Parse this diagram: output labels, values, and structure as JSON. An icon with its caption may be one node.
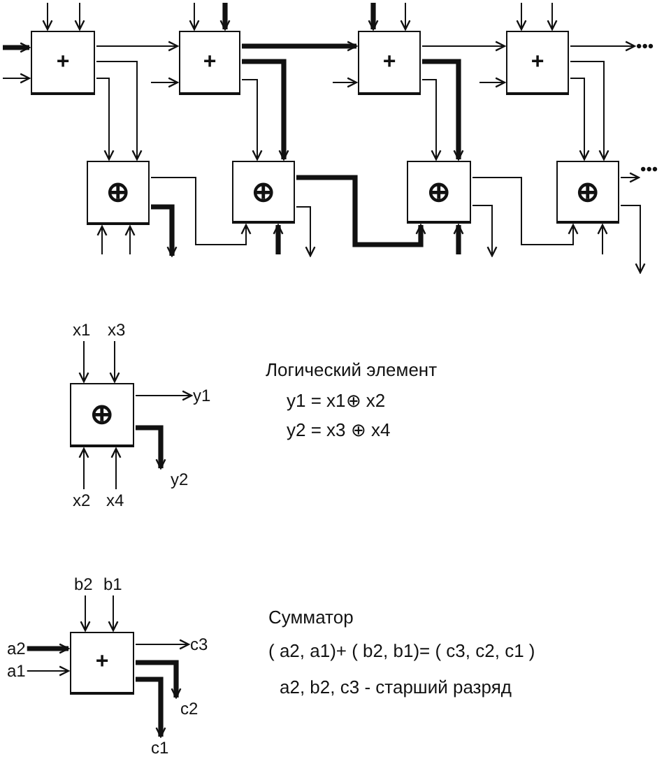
{
  "diagram": {
    "nodes": [
      {
        "text": [
          "+"
        ]
      },
      {
        "text": [
          "+"
        ]
      },
      {
        "text": [
          "+"
        ]
      },
      {
        "text": [
          "+"
        ]
      },
      {
        "text": [
          "⊕"
        ]
      },
      {
        "text": [
          "⊕"
        ]
      },
      {
        "text": [
          "⊕"
        ]
      },
      {
        "text": [
          "⊕"
        ]
      },
      {
        "text": [
          "x1"
        ]
      },
      {
        "text": [
          "x3"
        ]
      },
      {
        "text": [
          "⊕"
        ]
      },
      {
        "text": [
          "y1"
        ]
      },
      {
        "text": [
          "x2"
        ]
      },
      {
        "text": [
          "x4"
        ]
      },
      {
        "text": [
          "y2"
        ]
      },
      {
        "text": [
          "b2"
        ]
      },
      {
        "text": [
          "b1"
        ]
      },
      {
        "text": [
          "a2"
        ]
      },
      {
        "text": [
          "a1"
        ]
      },
      {
        "text": [
          "+"
        ]
      },
      {
        "text": [
          "c3"
        ]
      },
      {
        "text": [
          "c2"
        ]
      },
      {
        "text": [
          "c1"
        ]
      },
      {
        "text": [
          "•••"
        ]
      },
      {
        "text": [
          "•••"
        ]
      }
    ],
    "edges": [
      {
        "from": null,
        "to": 0,
        "arrow": "to"
      },
      {
        "from": null,
        "to": 0,
        "arrow": "to"
      },
      {
        "from": null,
        "to": 0,
        "arrow": "to",
        "style": "thick"
      },
      {
        "from": null,
        "to": 0,
        "arrow": "to"
      },
      {
        "from": 0,
        "to": 1,
        "arrow": "to"
      },
      {
        "from": 0,
        "to": 4,
        "arrow": "to"
      },
      {
        "from": 0,
        "to": 4,
        "arrow": "to"
      },
      {
        "from": null,
        "to": 1,
        "arrow": "to"
      },
      {
        "from": null,
        "to": 1,
        "arrow": "to",
        "style": "thick"
      },
      {
        "from": null,
        "to": 1,
        "arrow": "to"
      },
      {
        "from": 1,
        "to": 2,
        "arrow": "to",
        "style": "thick"
      },
      {
        "from": 1,
        "to": 5,
        "arrow": "to",
        "style": "thick"
      },
      {
        "from": 1,
        "to": 5,
        "arrow": "to"
      },
      {
        "from": null,
        "to": 2,
        "arrow": "to",
        "style": "thick"
      },
      {
        "from": null,
        "to": 2,
        "arrow": "to"
      },
      {
        "from": null,
        "to": 2,
        "arrow": "to"
      },
      {
        "from": 2,
        "to": 3,
        "arrow": "to"
      },
      {
        "from": 2,
        "to": 6,
        "arrow": "to",
        "style": "thick"
      },
      {
        "from": 2,
        "to": 6,
        "arrow": "to"
      },
      {
        "from": null,
        "to": 3,
        "arrow": "to"
      },
      {
        "from": null,
        "to": 3,
        "arrow": "to"
      },
      {
        "from": null,
        "to": 3,
        "arrow": "to"
      },
      {
        "from": 3,
        "to": 23,
        "arrow": "to"
      },
      {
        "from": 3,
        "to": 7,
        "arrow": "to"
      },
      {
        "from": 3,
        "to": 7,
        "arrow": "to"
      },
      {
        "from": null,
        "to": 4,
        "arrow": "to"
      },
      {
        "from": null,
        "to": 4,
        "arrow": "to"
      },
      {
        "from": 4,
        "to": 5,
        "arrow": "to"
      },
      {
        "from": 4,
        "to": null,
        "arrow": "to",
        "style": "thick"
      },
      {
        "from": null,
        "to": 5,
        "arrow": "to",
        "style": "thick"
      },
      {
        "from": 5,
        "to": 6,
        "arrow": "to",
        "style": "thick"
      },
      {
        "from": 5,
        "to": null,
        "arrow": "to"
      },
      {
        "from": null,
        "to": 6,
        "arrow": "to",
        "style": "thick"
      },
      {
        "from": 6,
        "to": 7,
        "arrow": "to"
      },
      {
        "from": 6,
        "to": null,
        "arrow": "to"
      },
      {
        "from": null,
        "to": 7,
        "arrow": "to"
      },
      {
        "from": 7,
        "to": 24,
        "arrow": "to"
      },
      {
        "from": 7,
        "to": null,
        "arrow": "to"
      },
      {
        "from": 8,
        "to": 10,
        "arrow": "to"
      },
      {
        "from": 9,
        "to": 10,
        "arrow": "to"
      },
      {
        "from": 12,
        "to": 10,
        "arrow": "to"
      },
      {
        "from": 13,
        "to": 10,
        "arrow": "to"
      },
      {
        "from": 10,
        "to": 11,
        "arrow": "to"
      },
      {
        "from": 10,
        "to": 14,
        "arrow": "to",
        "style": "thick"
      },
      {
        "from": 15,
        "to": 19,
        "arrow": "to"
      },
      {
        "from": 16,
        "to": 19,
        "arrow": "to"
      },
      {
        "from": 17,
        "to": 19,
        "arrow": "to",
        "style": "thick"
      },
      {
        "from": 18,
        "to": 19,
        "arrow": "to"
      },
      {
        "from": 19,
        "to": 20,
        "arrow": "to"
      },
      {
        "from": 19,
        "to": 21,
        "arrow": "to",
        "style": "thick"
      },
      {
        "from": 19,
        "to": 22,
        "arrow": "to",
        "style": "thick"
      }
    ],
    "labels": [
      "Логический элемент",
      "y1 = x1⊕ x2",
      "y2 = x3 ⊕ x4",
      "Сумматор",
      "( a2, a1)+ ( b2, b1)= ( c3, c2, c1 )",
      "a2, b2, c3 - старший разряд"
    ]
  }
}
